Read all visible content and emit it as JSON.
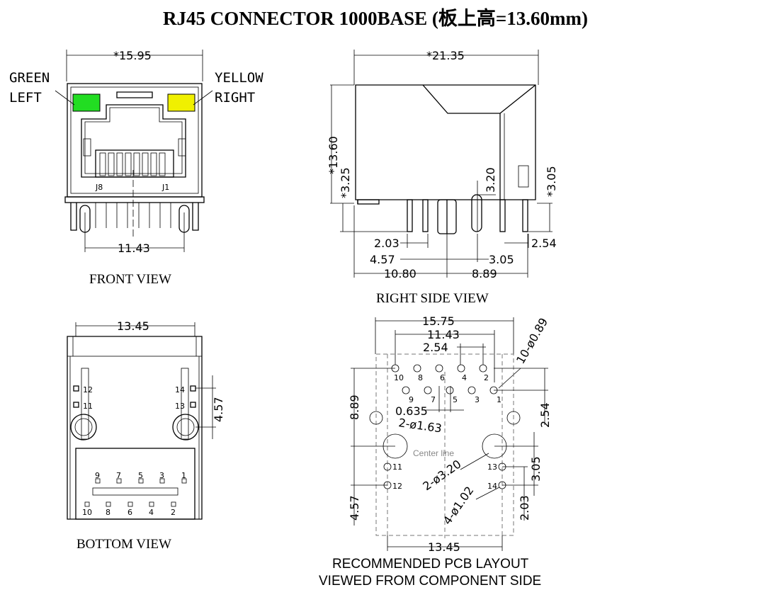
{
  "title": "RJ45 CONNECTOR  1000BASE (板上高=13.60mm)",
  "colors": {
    "led_left": "#22dd22",
    "led_right": "#f0f000"
  },
  "front_view": {
    "caption": "FRONT VIEW",
    "width_dim": "*15.95",
    "pitch_dim": "11.43",
    "led_left_label_1": "GREEN",
    "led_left_label_2": "LEFT",
    "led_right_label_1": "YELLOW",
    "led_right_label_2": "RIGHT",
    "pin_label_left": "J8",
    "pin_label_right": "J1"
  },
  "side_view": {
    "caption": "RIGHT SIDE VIEW",
    "length_dim": "*21.35",
    "height_dim": "*13.60",
    "dim_325": "*3.25",
    "dim_320": "3.20",
    "dim_305": "*3.05",
    "dim_203": "2.03",
    "dim_457": "4.57",
    "dim_305b": "3.05",
    "dim_254": "2.54",
    "dim_1080": "10.80",
    "dim_889": "8.89"
  },
  "bottom_view": {
    "caption": "BOTTOM VIEW",
    "width_dim": "13.45",
    "dim_457": "4.57",
    "pins_top": [
      "9",
      "7",
      "5",
      "3",
      "1"
    ],
    "pins_bottom": [
      "10",
      "8",
      "6",
      "4",
      "2"
    ],
    "led_pins": [
      "12",
      "11",
      "14",
      "13"
    ]
  },
  "pcb_layout": {
    "caption_1": "RECOMMENDED PCB LAYOUT",
    "caption_2": "VIEWED FROM COMPONENT SIDE",
    "dim_1575": "15.75",
    "dim_1143": "11.43",
    "dim_254": "2.54",
    "dim_hole": "10-ø0.89",
    "dim_0635": "0.635",
    "dim_163": "2-ø1.63",
    "dim_889": "8.89",
    "dim_254v": "2.54",
    "dim_320": "2-ø3.20",
    "dim_305": "3.05",
    "dim_102": "4-ø1.02",
    "dim_203": "2.03",
    "dim_457": "4.57",
    "dim_1345": "13.45",
    "center_line": "Center line",
    "pins_top": [
      "10",
      "8",
      "6",
      "4",
      "2"
    ],
    "pins_bottom": [
      "9",
      "7",
      "5",
      "3",
      "1"
    ],
    "led_pins": [
      "11",
      "12",
      "13",
      "14"
    ]
  }
}
